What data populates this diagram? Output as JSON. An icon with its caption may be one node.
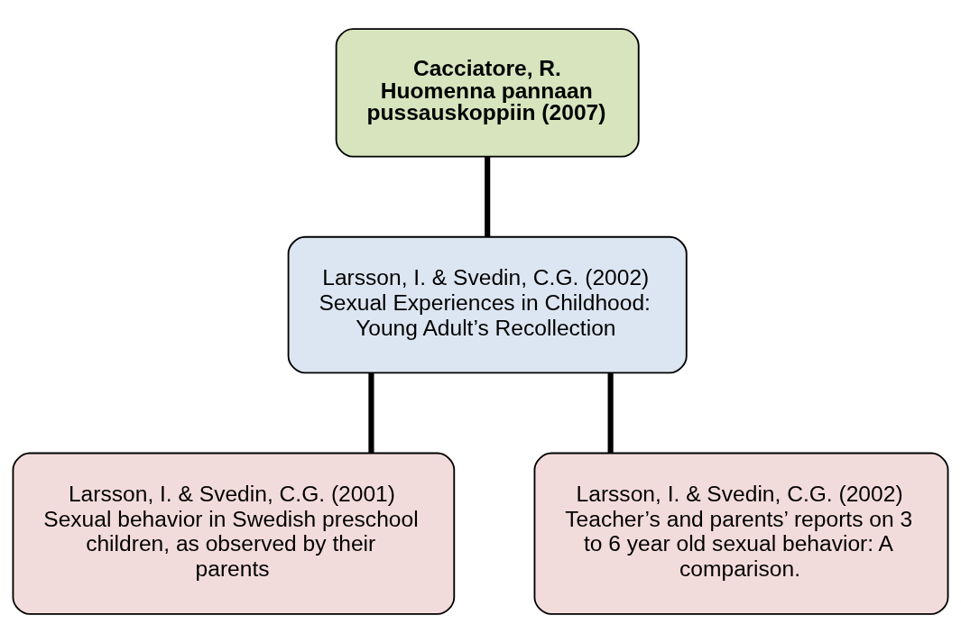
{
  "diagram": {
    "nodes": [
      {
        "text": [
          "Cacciatore, R.",
          "Huomenna pannaan pussauskoppiin (2007)"
        ]
      },
      {
        "text": [
          "Larsson, I. & Svedin, C.G. (2002)",
          "Sexual Experiences in Childhood: Young Adult’s Recollection"
        ]
      },
      {
        "text": [
          "Larsson, I. & Svedin, C.G. (2001)",
          "Sexual behavior in Swedish preschool children, as observed by their parents"
        ]
      },
      {
        "text": [
          "Larsson, I. & Svedin, C.G. (2002)",
          "Teacher’s and parents’ reports on 3 to 6 year old sexual behavior: A comparison."
        ]
      }
    ],
    "edges": [
      {
        "from": 0,
        "to": 1,
        "arrow": "none"
      },
      {
        "from": 1,
        "to": 2,
        "arrow": "none"
      },
      {
        "from": 1,
        "to": 3,
        "arrow": "none"
      }
    ]
  }
}
